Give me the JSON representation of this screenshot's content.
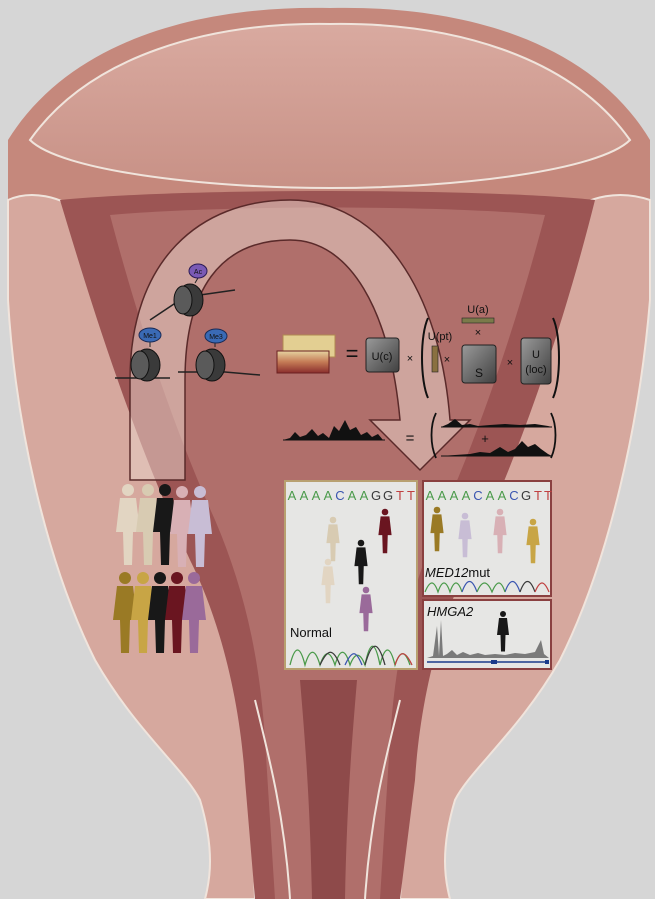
{
  "histone_marks": {
    "top": "Ac",
    "left": "Me1",
    "right": "Me3"
  },
  "equation": {
    "uc": "U(c)",
    "upt": "U(pt)",
    "ua": "U(a)",
    "s": "S",
    "uloc_line1": "U",
    "uloc_line2": "(loc)",
    "times": "×",
    "equals": "=",
    "plus": "+"
  },
  "panels": {
    "normal": {
      "sequence": [
        "A",
        "A",
        "A",
        "A",
        "C",
        "A",
        "A",
        "G",
        "G",
        "T",
        "T"
      ],
      "label": "Normal"
    },
    "med12": {
      "sequence": [
        "A",
        "A",
        "A",
        "A",
        "C",
        "A",
        "A",
        "C",
        "G",
        "T",
        "T"
      ],
      "label_gene": "MED12",
      "label_suffix": "mut"
    },
    "hmga2": {
      "label": "HMGA2"
    }
  },
  "colors": {
    "background": "#d6d6d6",
    "tissue_light": "#cf9f95",
    "tissue_dark": "#8e4a4a",
    "panel_border_normal": "#b8a070",
    "panel_border_mut": "#8a4040",
    "base_A": "#4a9a4a",
    "base_C": "#3a55b0",
    "base_G": "#3a3a3a",
    "base_T": "#c04040",
    "person_gold": "#9a7a25",
    "person_yellow": "#c8a545",
    "person_black": "#181818",
    "person_darkred": "#6a1520",
    "person_purple": "#9a6a9a",
    "person_cream": "#e2d5c2",
    "person_lavender": "#c8bdd5",
    "person_pink": "#d8b0b5"
  }
}
